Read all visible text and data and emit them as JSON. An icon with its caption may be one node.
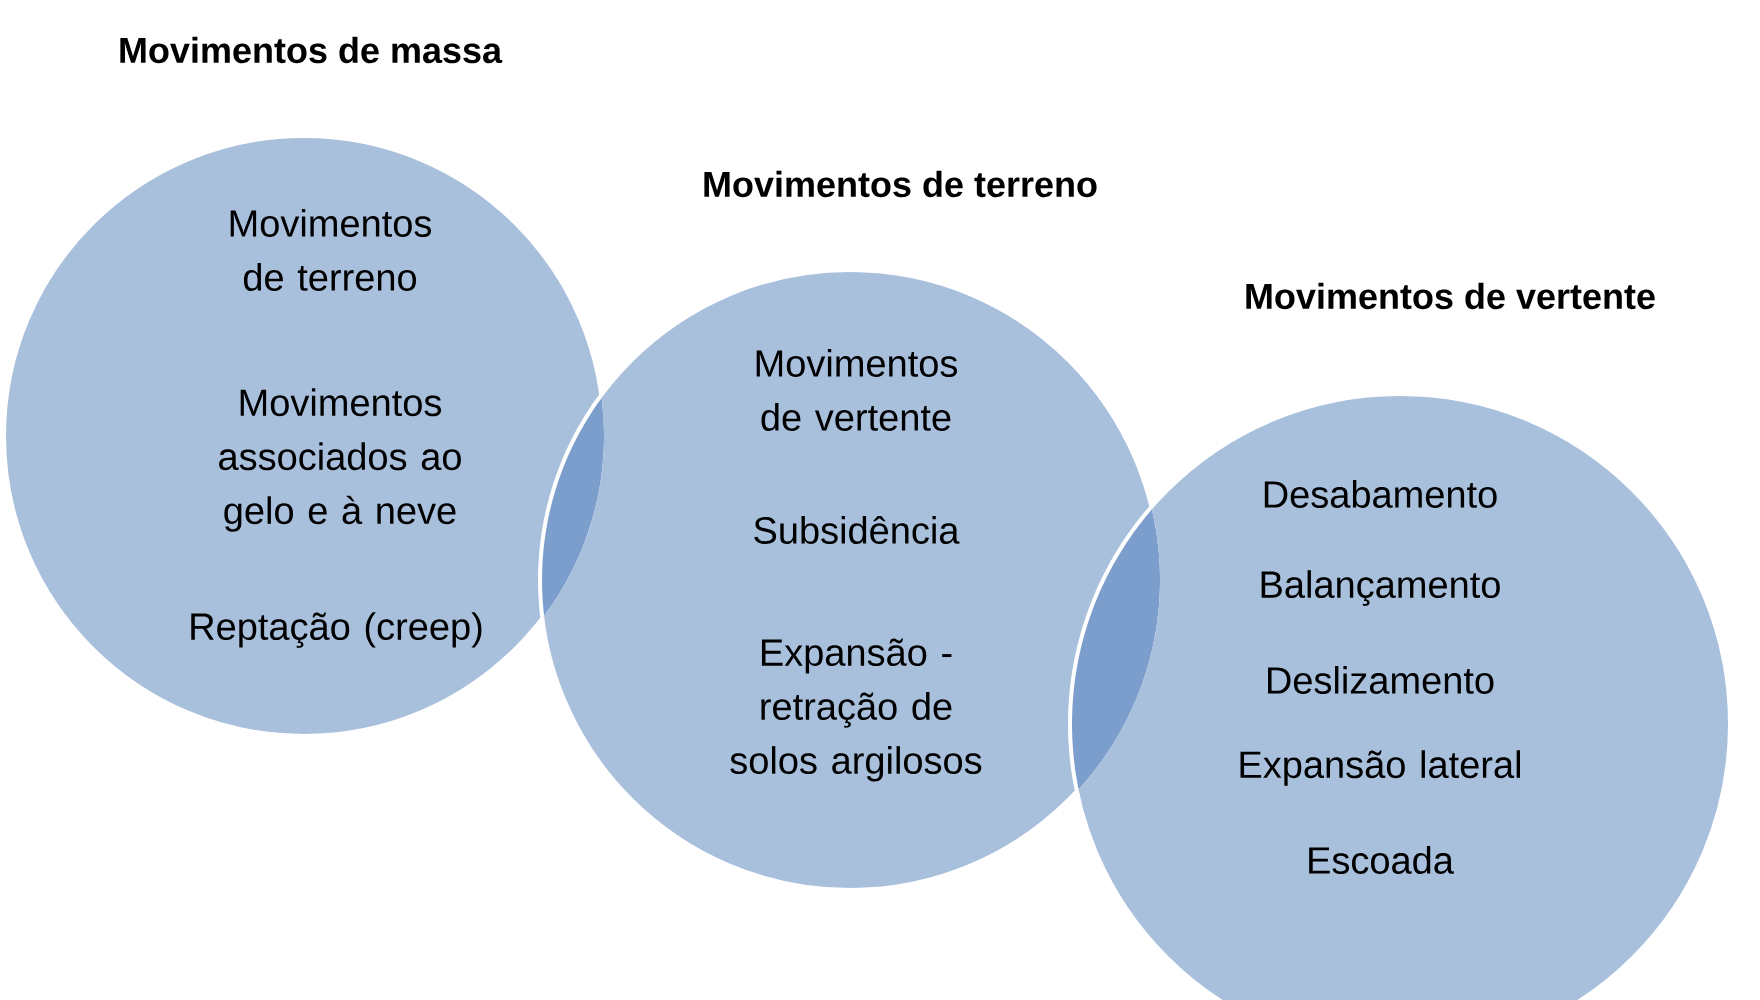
{
  "diagram": {
    "nodes": [
      {
        "text": [
          "Movimentos de massa",
          "Movimentos de terreno",
          "Movimentos associados ao gelo e à neve",
          "Reptação (creep)"
        ]
      },
      {
        "text": [
          "Movimentos de terreno",
          "Movimentos de vertente",
          "Subsidência",
          "Expansão - retração de solos argilosos"
        ]
      },
      {
        "text": [
          "Movimentos de vertente",
          "Desabamento",
          "Balançamento",
          "Deslizamento",
          "Expansão lateral",
          "Escoada"
        ]
      }
    ]
  }
}
